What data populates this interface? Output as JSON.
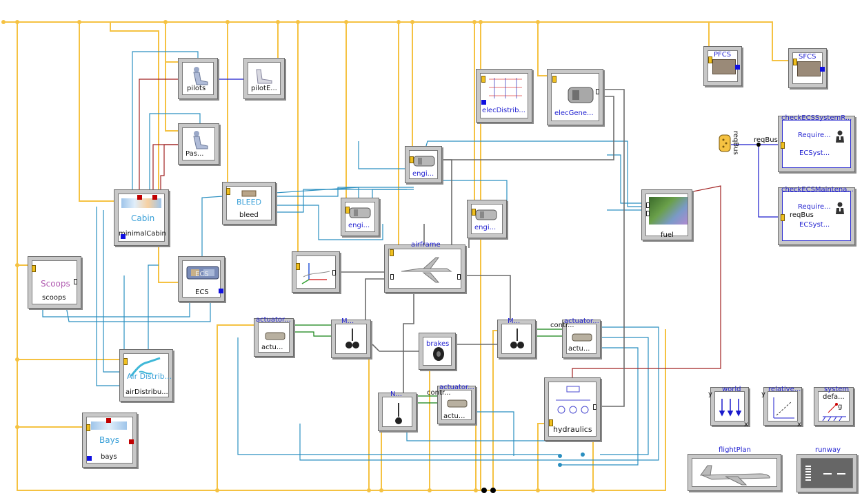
{
  "diagram": {
    "blocks": {
      "pilots": "pilots",
      "pilotE": "pilotE...",
      "pas": "Pas...",
      "cabin_title": "Cabin",
      "cabin_name": "minimalCabin",
      "bleed_title": "BLEED",
      "bleed_name": "bleed",
      "scoops_title": "Scoops",
      "scoops_name": "scoops",
      "ecs_title": "ECS",
      "ecs_name": "ECS",
      "air_distrib_title": "Air Distrib...",
      "air_distrib_name": "airDistribu...",
      "bays_title": "Bays",
      "bays_name": "bays",
      "engine1": "engi...",
      "engine2": "engi...",
      "engine3": "engi...",
      "airframe": "airframe",
      "elec_distrib": "elecDistrib...",
      "elec_gene": "elecGene...",
      "fuel": "fuel",
      "pfcs": "PFCS",
      "sfcs": "SFCS",
      "actuator_left_top": "actuator...",
      "actuator_left_bottom": "actu...",
      "m_left": "M...",
      "m_right": "M...",
      "brakes": "brakes",
      "n_gear": "N...",
      "actuator_mid_top": "actuator...",
      "actuator_mid_control": "contr...",
      "actuator_mid_bottom": "actu...",
      "actuator_right_top": "actuator...",
      "actuator_right_control": "contr...",
      "actuator_right_bottom": "actu...",
      "hydraulics": "hydraulics",
      "check_ecs_system_title": "checkECSSystemR...",
      "check_ecs_system_req": "Require...",
      "check_ecs_system_sub": "ECSyst...",
      "check_ecs_maint_title": "checkECSMaintena...",
      "check_ecs_maint_req": "Require...",
      "check_ecs_maint_bus": "reqBus",
      "check_ecs_maint_sub": "ECSyst...",
      "req_bus_connector": "reqBus",
      "req_bus_line": "reqBus",
      "world": "world",
      "relative": "relative...",
      "system_title": "system",
      "system_sub": "defa...",
      "flight_plan": "flightPlan",
      "runway": "runway",
      "world_axis_x": "x",
      "world_axis_y": "y",
      "relative_axis_x": "x",
      "relative_axis_y": "y",
      "system_g": "g"
    },
    "colors": {
      "bus": "#f5c242",
      "signal_blue": "#2a8fc0",
      "signal_red": "#a02020",
      "mech_gray": "#6a6a6a",
      "green": "#108010",
      "navy": "#1a1acc"
    }
  }
}
